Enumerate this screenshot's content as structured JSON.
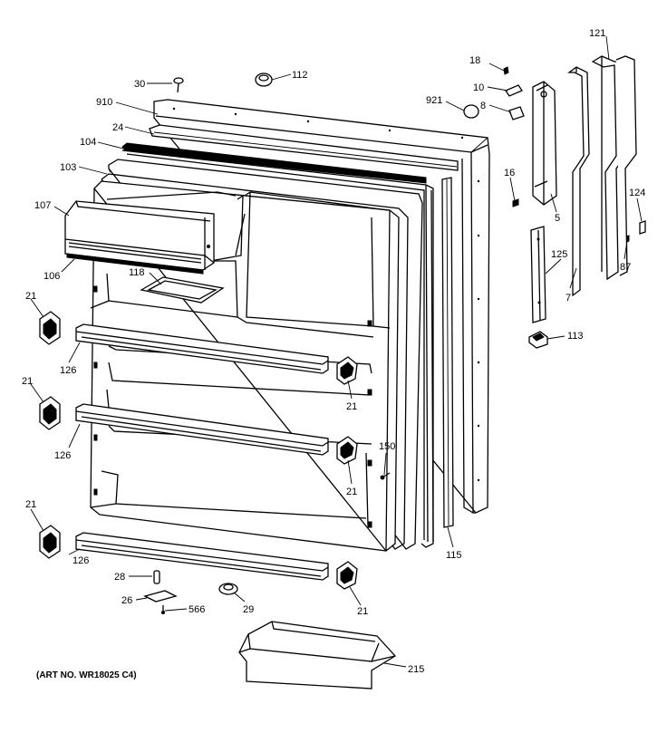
{
  "diagram": {
    "art_number": "(ART NO. WR18025 C4)",
    "callouts": {
      "c121": "121",
      "c18": "18",
      "c30": "30",
      "c112": "112",
      "c10": "10",
      "c910": "910",
      "c921": "921",
      "c8": "8",
      "c24": "24",
      "c104": "104",
      "c103": "103",
      "c16": "16",
      "c124": "124",
      "c107": "107",
      "c5": "5",
      "c125": "125",
      "c87": "87",
      "c106": "106",
      "c118": "118",
      "c7": "7",
      "c21a": "21",
      "c113": "113",
      "c126a": "126",
      "c21b": "21",
      "c21c": "21",
      "c126b": "126",
      "c150": "150",
      "c21d": "21",
      "c21e": "21",
      "c115": "115",
      "c126c": "126",
      "c28": "28",
      "c26": "26",
      "c29": "29",
      "c566": "566",
      "c21f": "21",
      "c215": "215"
    }
  }
}
